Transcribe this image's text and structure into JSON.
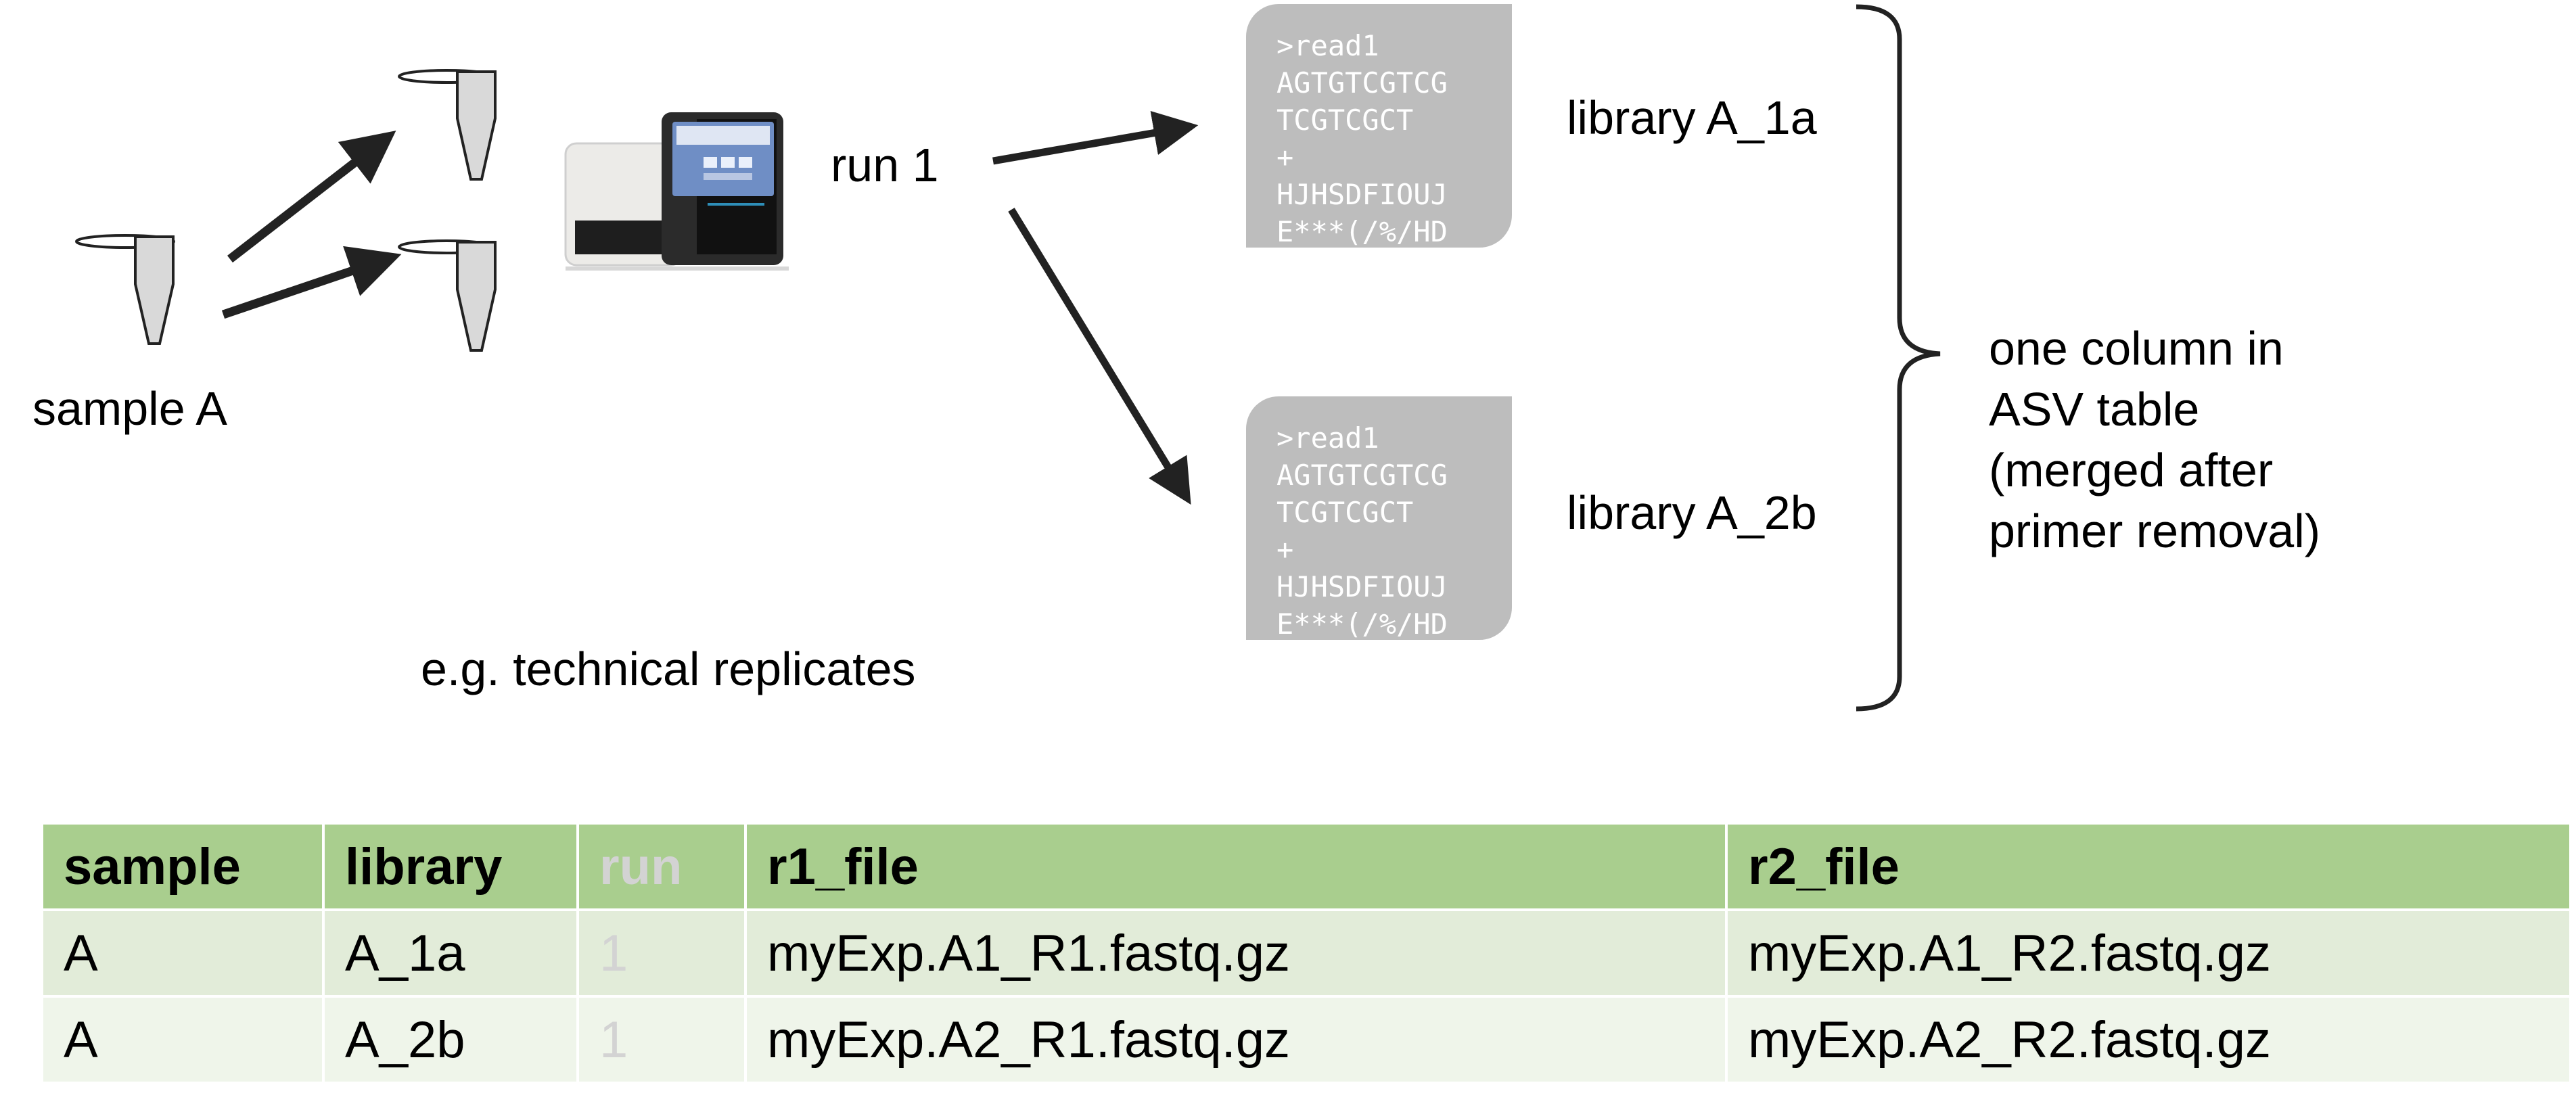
{
  "diagram": {
    "sample_label": "sample A",
    "run_label": "run 1",
    "replicates_note": "e.g. technical replicates",
    "fastq_lines": [
      ">read1",
      "AGTGTCGTCG",
      "TCGTCGCT",
      "+",
      "HJHSDFIOUJ",
      "E***(/%/HD"
    ],
    "libraries": [
      {
        "label": "library A_1a"
      },
      {
        "label": "library A_2b"
      }
    ],
    "merge_note": [
      "one column in",
      "ASV table",
      "(merged after",
      "primer removal)"
    ]
  },
  "table": {
    "headers": [
      "sample",
      "library",
      "run",
      "r1_file",
      "r2_file"
    ],
    "rows": [
      [
        "A",
        "A_1a",
        "1",
        "myExp.A1_R1.fastq.gz",
        "myExp.A1_R2.fastq.gz"
      ],
      [
        "A",
        "A_2b",
        "1",
        "myExp.A2_R1.fastq.gz",
        "myExp.A2_R2.fastq.gz"
      ]
    ]
  },
  "colors": {
    "header_green": "#a9ce8e",
    "row_green_1": "#e2ecd9",
    "row_green_2": "#eff5ea",
    "fastq_gray": "#bdbdbd",
    "faded_text": "#d3d3d3"
  }
}
